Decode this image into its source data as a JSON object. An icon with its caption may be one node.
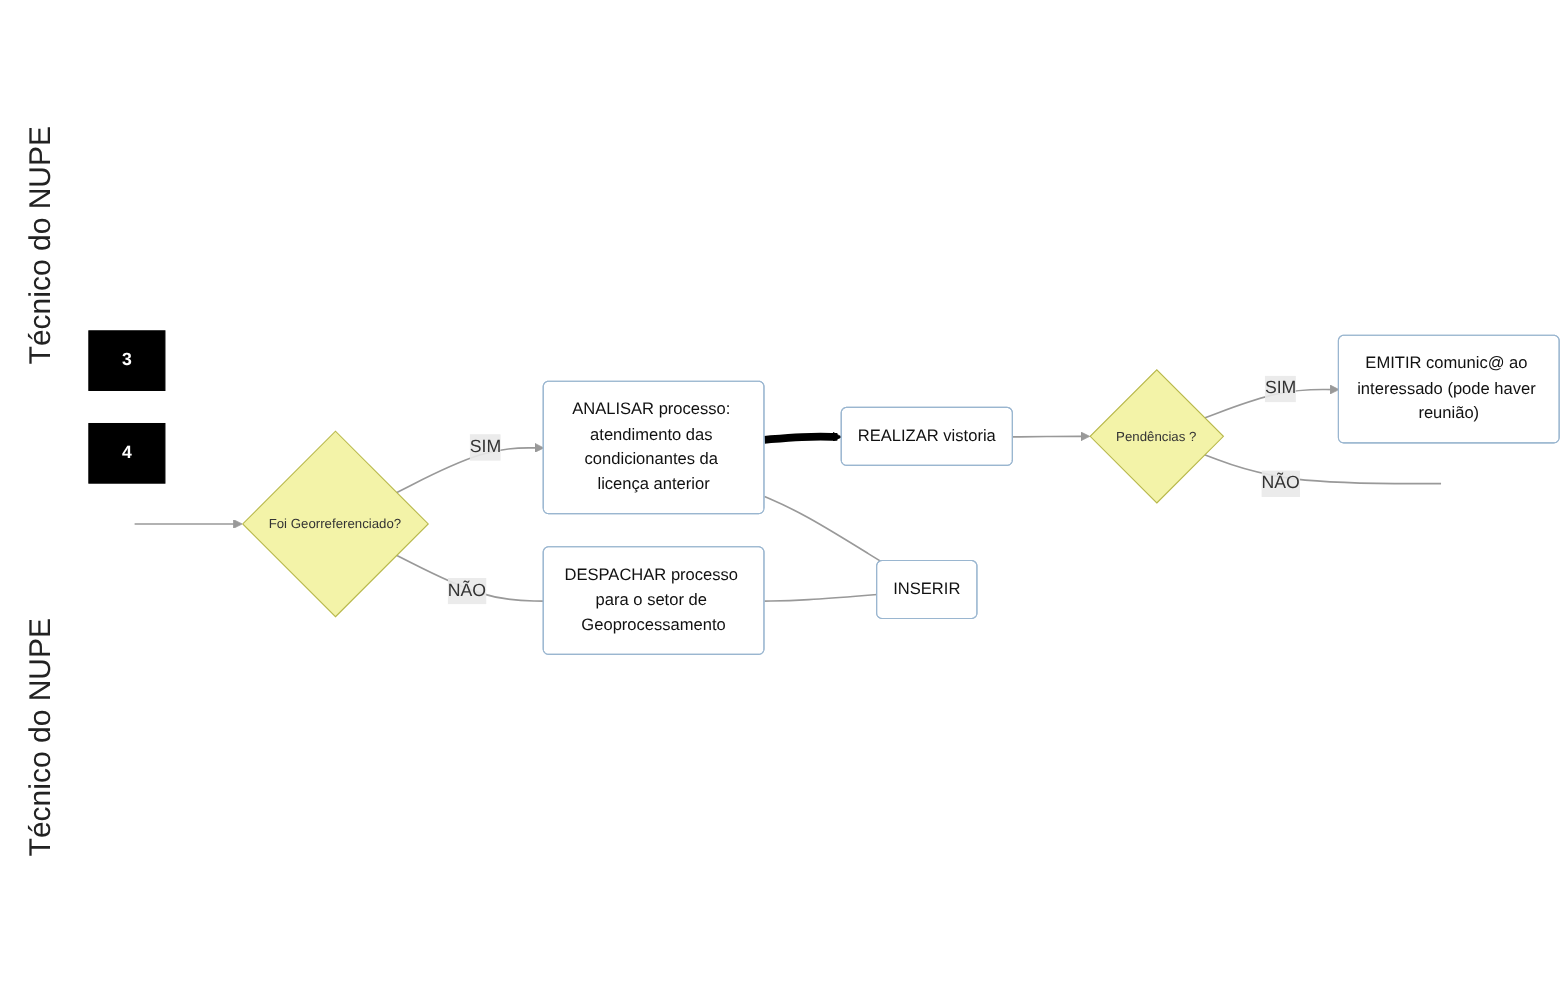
{
  "diagram": {
    "nodes": [
      {
        "text": [
          "3"
        ]
      },
      {
        "text": [
          "Foi Georreferenciado?"
        ]
      },
      {
        "text": [
          "ANALISAR processo: atendimento das condicionantes da licença anterior"
        ]
      },
      {
        "text": [
          "4"
        ]
      },
      {
        "text": [
          "REALIZAR vistoria"
        ]
      },
      {
        "text": [
          "Pendências ?"
        ]
      },
      {
        "text": [
          "EMITIR comunic@ ao interessado (pode haver reunião)"
        ]
      },
      {
        "text": [
          "DESPACHAR processo para o setor de Geoprocessamento"
        ]
      },
      {
        "text": [
          "INSERIR"
        ]
      }
    ],
    "edges": [
      {
        "from": null,
        "to": 1,
        "arrow": "to"
      },
      {
        "from": 1,
        "to": 2,
        "arrow": "to",
        "label": "SIM"
      },
      {
        "from": 1,
        "to": 7,
        "arrow": "none",
        "label": "NÃO"
      },
      {
        "from": 7,
        "to": 8,
        "arrow": "none"
      },
      {
        "from": 2,
        "to": 8,
        "arrow": "none"
      },
      {
        "from": 2,
        "to": 4,
        "arrow": "to",
        "style": "thick",
        "color": "#000000"
      },
      {
        "from": 4,
        "to": 5,
        "arrow": "to"
      },
      {
        "from": 5,
        "to": 6,
        "arrow": "to",
        "label": "SIM"
      },
      {
        "from": 5,
        "to": null,
        "arrow": "none",
        "label": "NÃO"
      }
    ],
    "labels": [
      "Técnico do NUPE",
      "Técnico do NUPE"
    ]
  }
}
